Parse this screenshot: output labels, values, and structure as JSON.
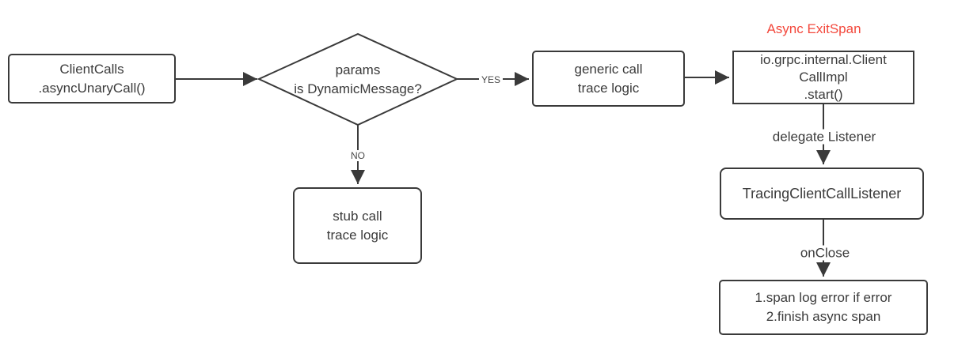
{
  "diagram": {
    "annotation": {
      "async_exitspan": "Async ExitSpan"
    },
    "nodes": {
      "client_calls": {
        "label": "ClientCalls\n.asyncUnaryCall()"
      },
      "decision": {
        "label": "params\nis DynamicMessage?"
      },
      "generic_call": {
        "label": "generic call\ntrace logic"
      },
      "stub_call": {
        "label": "stub call\ntrace logic"
      },
      "grpc_client_call_impl": {
        "label": "io.grpc.internal.Client\nCallImpl\n.start()"
      },
      "tracing_listener": {
        "label": "TracingClientCallListener"
      },
      "close_actions": {
        "label": "1.span log error if error\n2.finish async span"
      }
    },
    "edge_labels": {
      "yes": "YES",
      "no": "NO",
      "delegate_listener": "delegate Listener",
      "on_close": "onClose"
    },
    "colors": {
      "line": "#3a3a3a",
      "text": "#3b3b3b",
      "annotation_red": "#f3483c",
      "background": "#ffffff"
    }
  }
}
